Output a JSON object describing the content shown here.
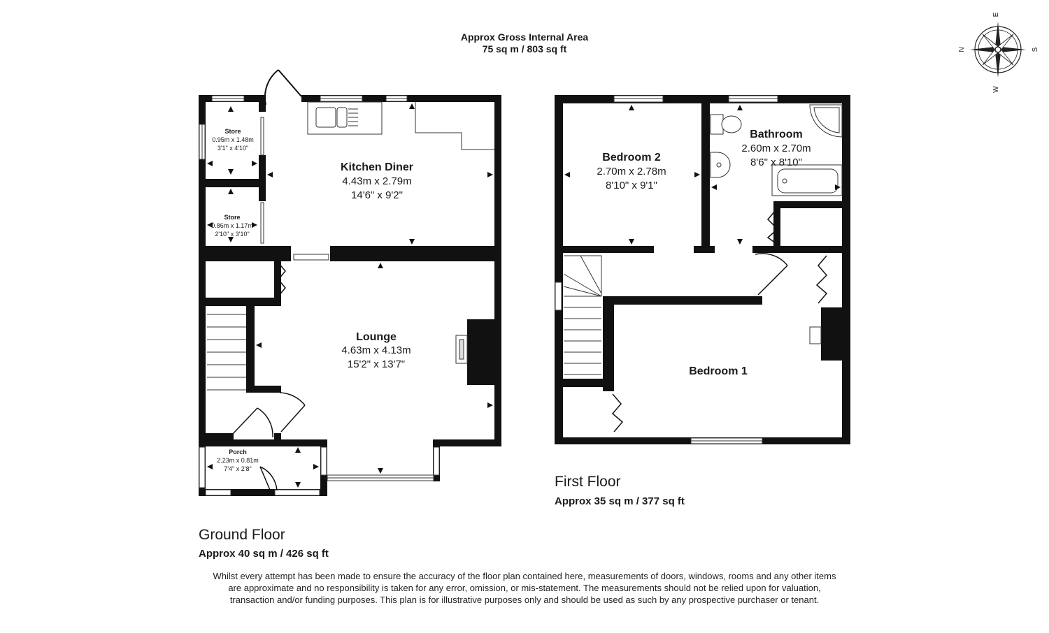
{
  "header": {
    "line1": "Approx Gross Internal Area",
    "line2": "75 sq m / 803 sq ft"
  },
  "compass": {
    "n": "N",
    "s": "S",
    "e": "E",
    "w": "W"
  },
  "ground_floor": {
    "name": "Ground Floor",
    "area": "Approx 40 sq m / 426 sq ft",
    "rooms": {
      "kitchen": {
        "name": "Kitchen Diner",
        "metric": "4.43m x 2.79m",
        "imperial": "14'6\" x 9'2\""
      },
      "lounge": {
        "name": "Lounge",
        "metric": "4.63m x 4.13m",
        "imperial": "15'2\" x 13'7\""
      },
      "store1": {
        "name": "Store",
        "metric": "0.95m x 1.48m",
        "imperial": "3'1\" x 4'10\""
      },
      "store2": {
        "name": "Store",
        "metric": "0.86m x 1.17m",
        "imperial": "2'10\" x 3'10\""
      },
      "porch": {
        "name": "Porch",
        "metric": "2.23m x 0.81m",
        "imperial": "7'4\" x 2'8\""
      }
    }
  },
  "first_floor": {
    "name": "First Floor",
    "area": "Approx 35 sq m / 377 sq ft",
    "rooms": {
      "bedroom2": {
        "name": "Bedroom 2",
        "metric": "2.70m x 2.78m",
        "imperial": "8'10\" x 9'1\""
      },
      "bathroom": {
        "name": "Bathroom",
        "metric": "2.60m x 2.70m",
        "imperial": "8'6\" x 8'10\""
      },
      "bedroom1": {
        "name": "Bedroom 1"
      }
    }
  },
  "disclaimer": "Whilst every attempt has been made to ensure the accuracy of the floor plan contained here, measurements of doors, windows, rooms and any other items are approximate and no responsibility is taken for any error, omission, or mis-statement. The measurements should not be relied upon for valuation, transaction and/or funding purposes. This plan is for illustrative purposes only and should be used as such by any prospective purchaser or tenant."
}
